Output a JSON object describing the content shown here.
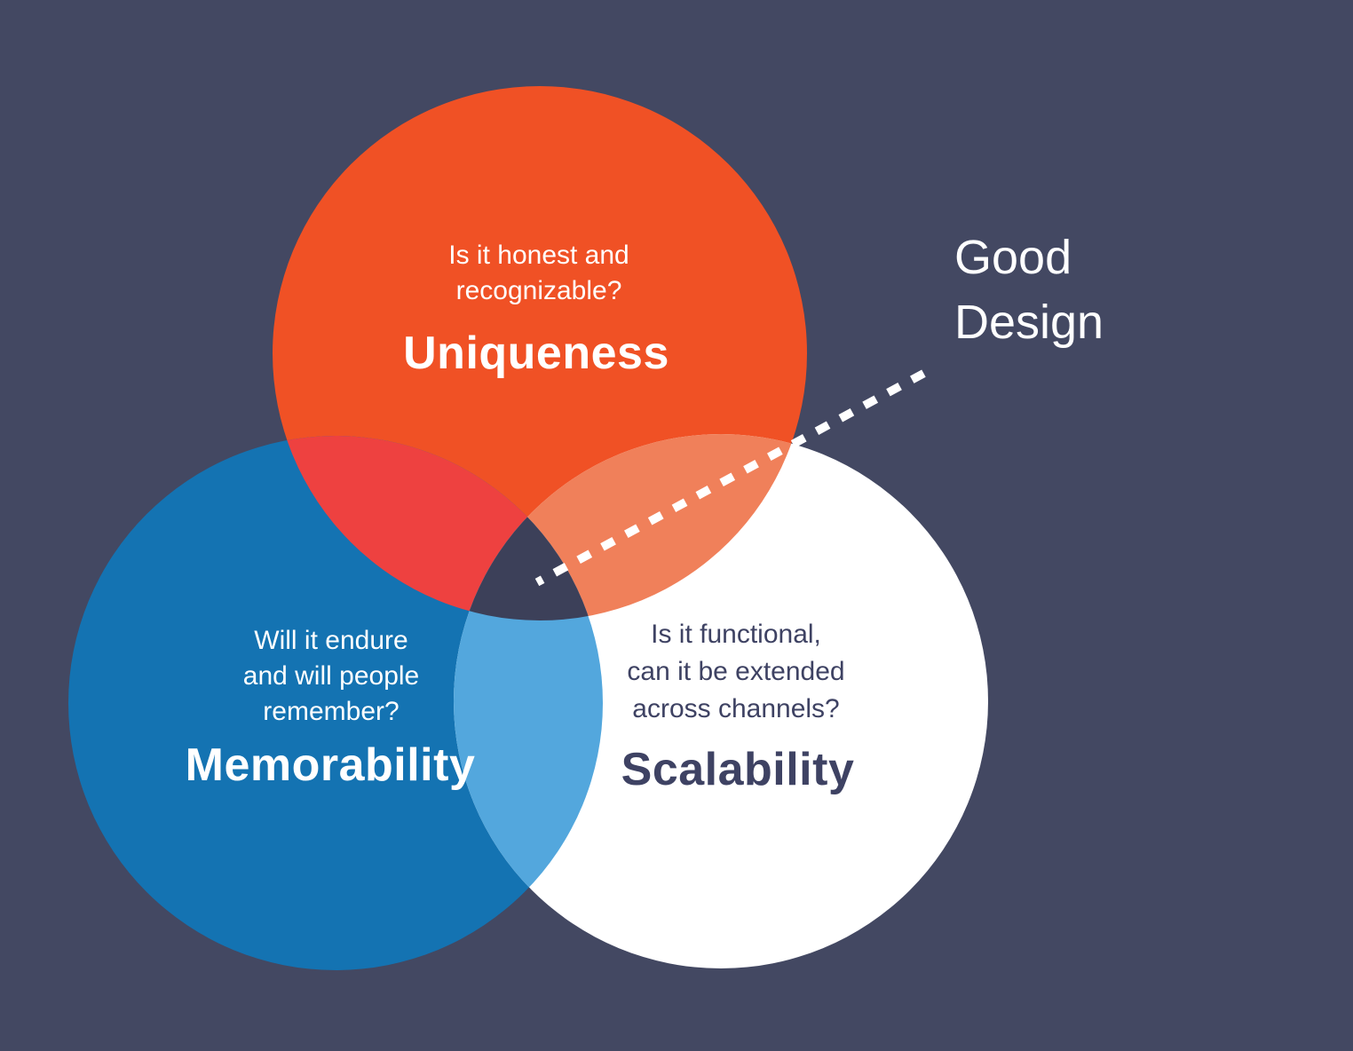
{
  "background_color": "#434862",
  "diagram": {
    "type": "venn",
    "title": "Good Design",
    "title_text": "Good\nDesign",
    "circles": [
      {
        "id": "uniqueness",
        "label": "Uniqueness",
        "question": "Is it honest and\nrecognizable?",
        "color": "#F05125",
        "text_color": "#FFFFFF"
      },
      {
        "id": "memorability",
        "label": "Memorability",
        "question": "Will it endure\nand will people\nremember?",
        "color": "#1473B2",
        "text_color": "#FFFFFF"
      },
      {
        "id": "scalability",
        "label": "Scalability",
        "question": "Is it functional,\ncan it be extended\nacross channels?",
        "color": "#FFFFFF",
        "text_color": "#3E4263"
      }
    ],
    "overlap_colors": {
      "uniqueness_memorability": "#EE4140",
      "uniqueness_scalability": "#F0805A",
      "memorability_scalability": "#53A7DD",
      "center": "#3C4059"
    },
    "connector_color": "#FFFFFF"
  }
}
